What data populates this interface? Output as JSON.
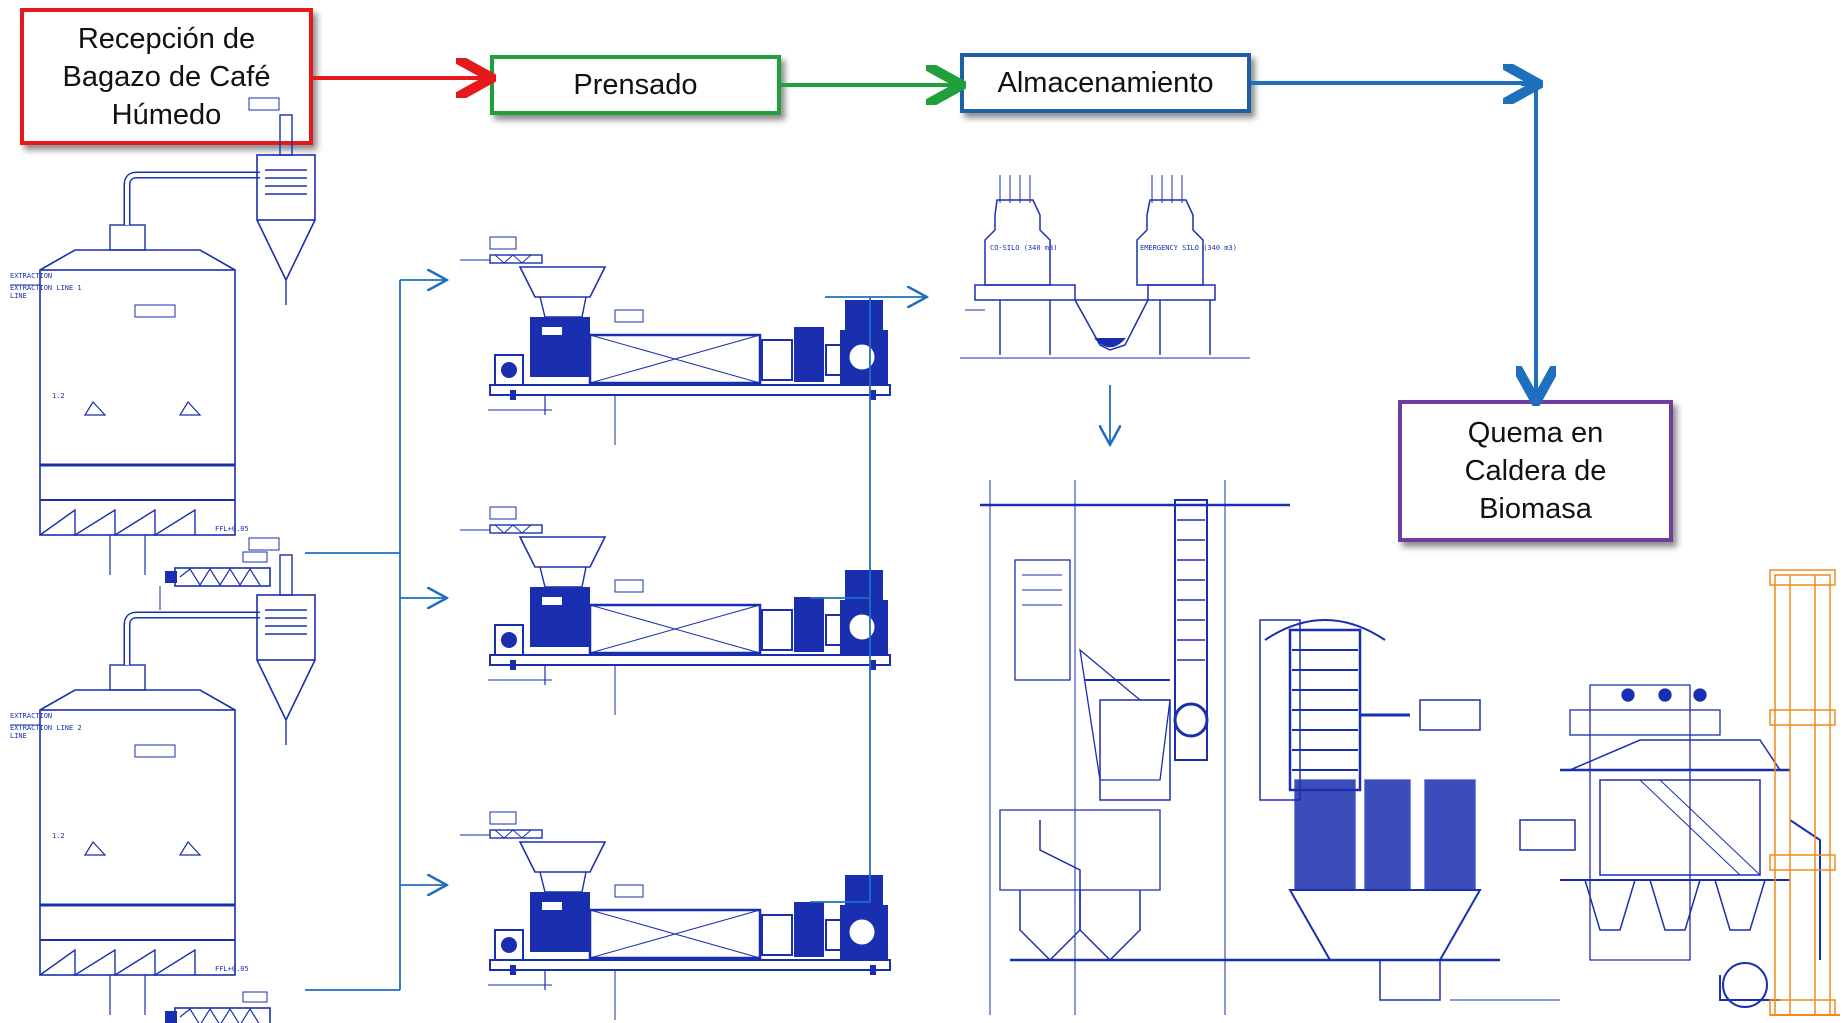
{
  "flow": {
    "reception": [
      "Recepción de",
      "Bagazo de Café",
      "Húmedo"
    ],
    "pressing": "Prensado",
    "storage": "Almacenamiento",
    "burning": [
      "Quema en",
      "Caldera de",
      "Biomasa"
    ]
  },
  "drawings": {
    "extraction_line_1": "EXTRACTION LINE 1",
    "extraction_line_2": "EXTRACTION LINE 2",
    "silo_1": "CO-SILO (340 m3)",
    "silo_2": "EMERGENCY SILO (340 m3)"
  },
  "colors": {
    "reception": "#e5191b",
    "pressing": "#1fa03a",
    "storage": "#1f5fa5",
    "burning": "#6f3d9a",
    "drawing_lines": "#1a2fb0",
    "chimney": "#f08a1c"
  }
}
